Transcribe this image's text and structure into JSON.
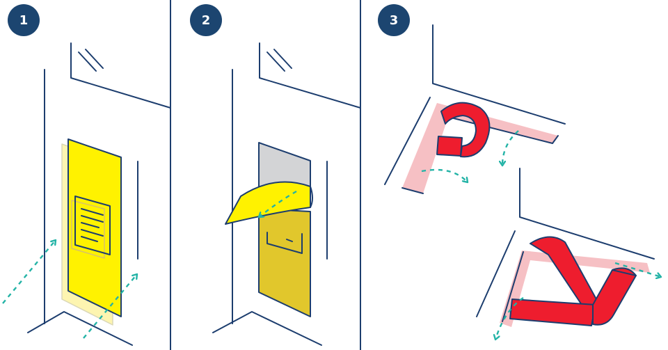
{
  "steps": [
    {
      "number": "1"
    },
    {
      "number": "2"
    },
    {
      "number": "3"
    }
  ],
  "colors": {
    "line": "#1c3d6e",
    "badge": "#1c4570",
    "arrow": "#23b3a6",
    "yellow": "#fff200",
    "yellow_pale": "#fdf5a8",
    "yellow_dark": "#e1c72c",
    "backing_grey": "#d3d4d6",
    "tape_red": "#ee1d2e",
    "tape_pink": "#f6c0c4"
  }
}
